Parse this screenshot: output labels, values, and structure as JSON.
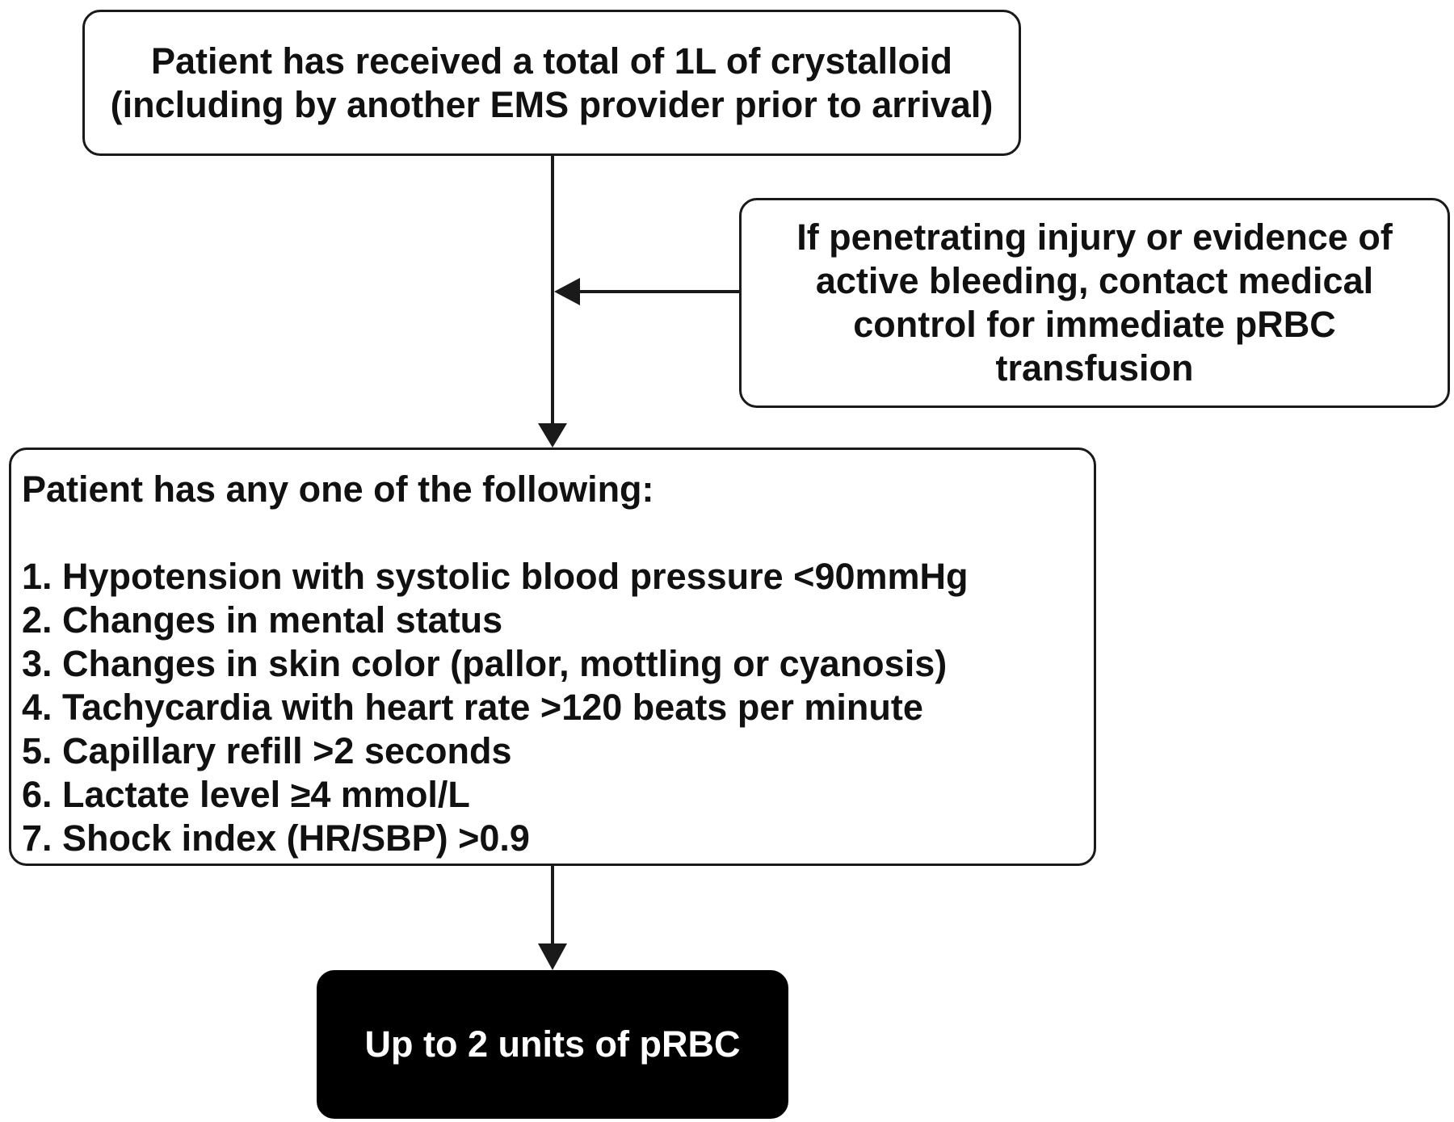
{
  "nodes": {
    "intake": {
      "lines": [
        "Patient has received a total of 1L of crystalloid",
        "(including by another EMS provider prior to arrival)"
      ]
    },
    "exception": {
      "lines": [
        "If penetrating injury or evidence of",
        "active bleeding, contact medical",
        "control for immediate pRBC",
        "transfusion"
      ]
    },
    "criteria": {
      "title": "Patient has any one of the following:",
      "items": [
        "1. Hypotension with systolic blood pressure <90mmHg",
        "2. Changes in mental status",
        "3. Changes in skin color (pallor, mottling or cyanosis)",
        "4. Tachycardia with heart rate >120 beats per minute",
        "5. Capillary refill >2 seconds",
        "6. Lactate level ≥4 mmol/L",
        "7. Shock index (HR/SBP) >0.9"
      ]
    },
    "result": {
      "label": "Up to 2 units of pRBC"
    }
  },
  "colors": {
    "stroke": "#1a1a1a",
    "result_fill": "#000000",
    "result_text": "#ffffff"
  }
}
